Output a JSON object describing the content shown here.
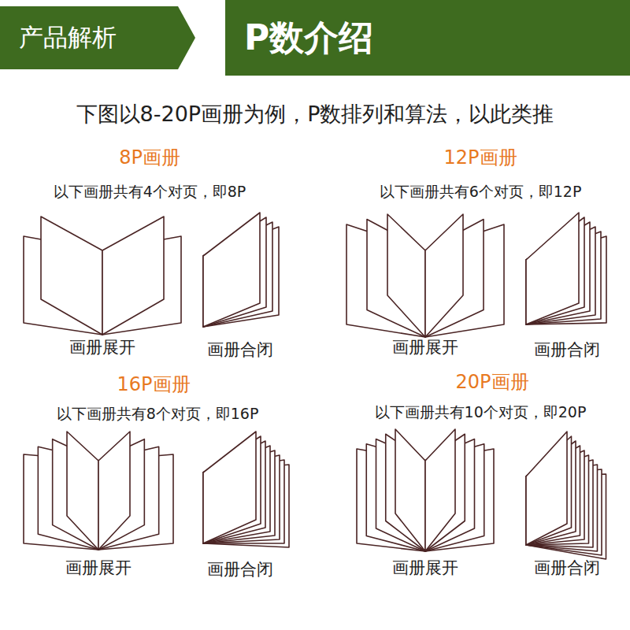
{
  "diagram": {
    "nodes": [
      {
        "text": [
          "产品解析"
        ]
      },
      {
        "text": [
          "P数介绍"
        ]
      }
    ],
    "labels": [
      "下图以8-20P画册为例，P数排列和算法，以此类推",
      "8P画册",
      "以下画册共有4个对页，即8P",
      "画册展开",
      "画册合闭",
      "12P画册",
      "以下画册共有6个对页，即12P",
      "画册展开",
      "画册合闭",
      "16P画册",
      "以下画册共有8个对页，即16P",
      "画册展开",
      "画册合闭",
      "20P画册",
      "以下画册共有10个对页，即20P",
      "画册展开",
      "画册合闭"
    ]
  }
}
